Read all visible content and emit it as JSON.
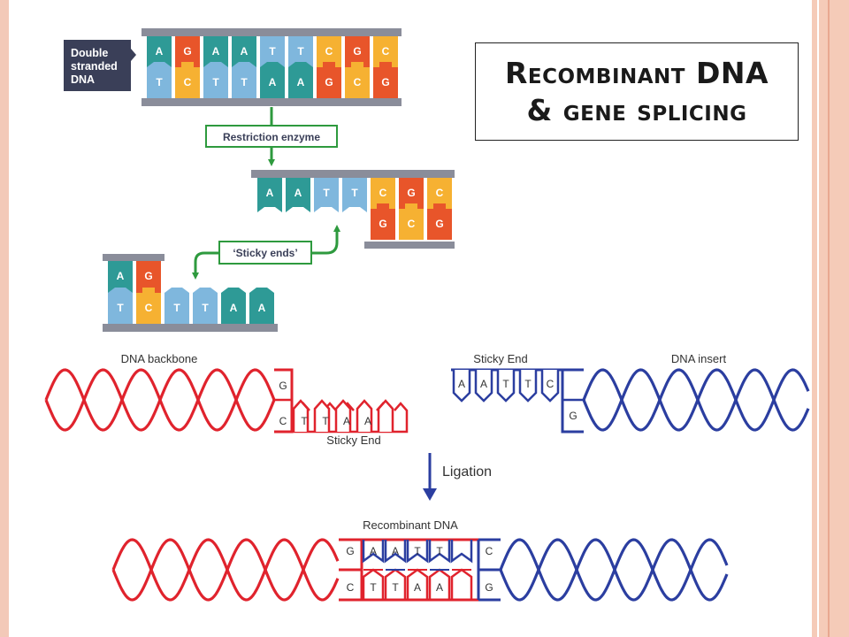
{
  "slide": {
    "title_line1": "Recombinant DNA",
    "title_line2": "& gene splicing"
  },
  "top_diagram": {
    "double_stranded_label": [
      "Double",
      "stranded",
      "DNA"
    ],
    "restriction_enzyme_label": "Restriction enzyme",
    "sticky_ends_label": "‘Sticky ends’",
    "original_top_bases": [
      "A",
      "G",
      "A",
      "A",
      "T",
      "T",
      "C",
      "G",
      "C"
    ],
    "original_bottom_bases": [
      "T",
      "C",
      "T",
      "T",
      "A",
      "A",
      "G",
      "C",
      "G"
    ],
    "right_fragment_top": [
      "A",
      "A",
      "T",
      "T",
      "C",
      "G",
      "C"
    ],
    "right_fragment_bottom": [
      "G",
      "C",
      "G"
    ],
    "left_fragment_top": [
      "A",
      "G"
    ],
    "left_fragment_bottom": [
      "T",
      "C",
      "T",
      "T",
      "A",
      "A"
    ]
  },
  "bottom_diagram": {
    "dna_backbone_label": "DNA backbone",
    "sticky_end_label_left": "Sticky End",
    "sticky_end_label_right": "Sticky End",
    "dna_insert_label": "DNA insert",
    "ligation_label": "Ligation",
    "recombinant_label": "Recombinant DNA",
    "backbone_top": [
      "G"
    ],
    "backbone_bottom": [
      "C",
      "T",
      "T",
      "A",
      "A"
    ],
    "insert_top": [
      "A",
      "A",
      "T",
      "T",
      "C"
    ],
    "insert_bottom": [
      "G"
    ],
    "recombinant_top": [
      "G",
      "A",
      "A",
      "T",
      "T",
      "C"
    ],
    "recombinant_bottom": [
      "C",
      "T",
      "T",
      "A",
      "A",
      "G"
    ]
  },
  "colors": {
    "teal": "#2e9a96",
    "orange": "#e8552a",
    "light_blue": "#7fb7dd",
    "yellow": "#f6b132",
    "backbone_gray": "#8a8d9a",
    "arrow_green": "#2e9a3e",
    "label_dark": "#3a3f58",
    "red": "#e0232d",
    "blue": "#2b3ea0"
  }
}
